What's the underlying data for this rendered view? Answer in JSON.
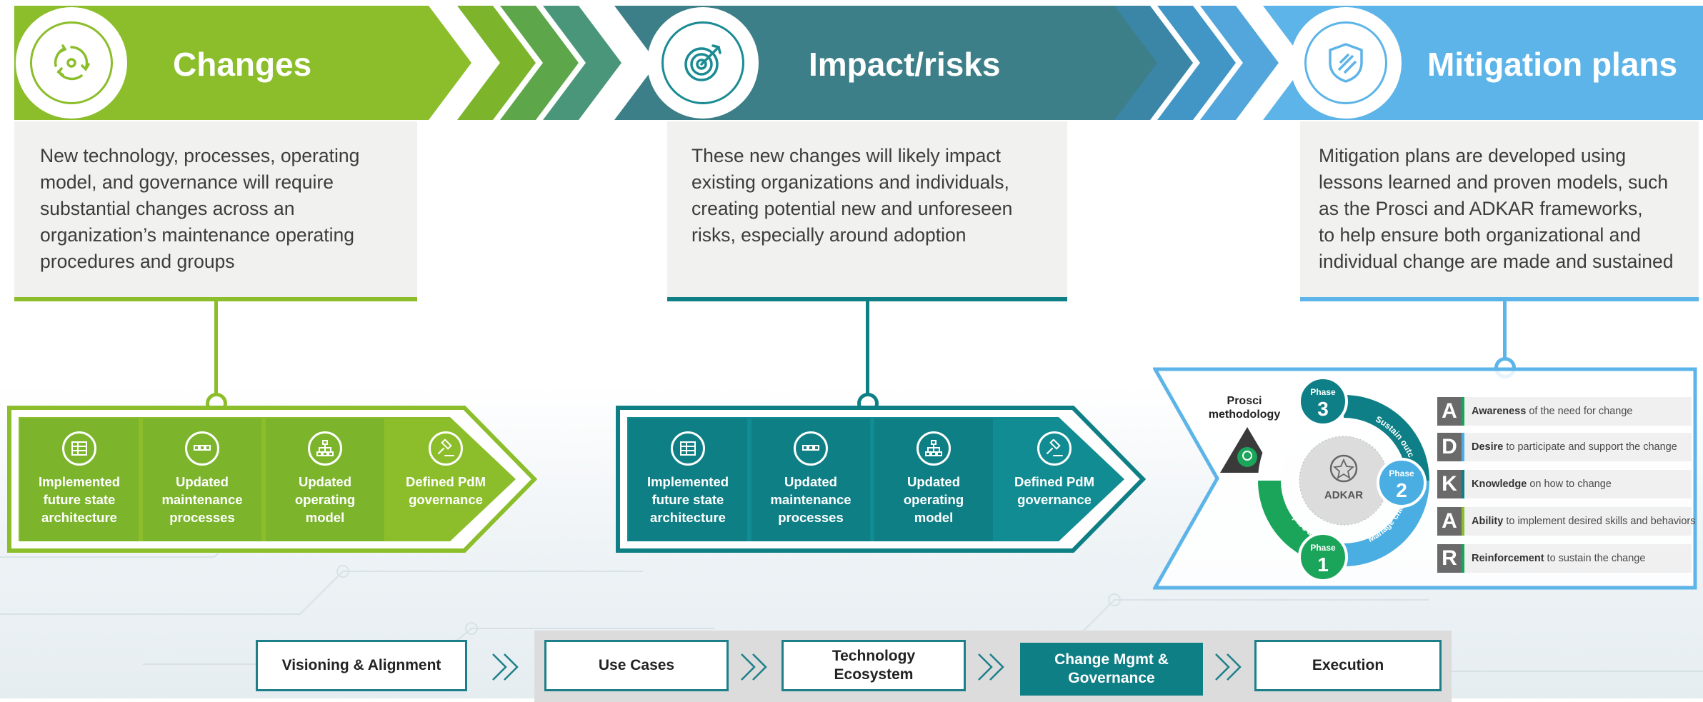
{
  "colors": {
    "green": "#8bbe2a",
    "green_dark": "#5fa02a",
    "teal": "#3d7f88",
    "teal_tile": "#128c93",
    "blue": "#5db4e8",
    "prosci_green": "#1aa55a",
    "prosci_teal": "#0e7f86",
    "prosci_blue": "#4aaee2"
  },
  "headers": [
    {
      "title": "Changes",
      "icon": "cycle-arrows-icon"
    },
    {
      "title": "Impact/risks",
      "icon": "target-icon"
    },
    {
      "title": "Mitigation plans",
      "icon": "shield-icon"
    }
  ],
  "descriptions": [
    [
      "New technology, processes, operating",
      "model, and governance will require",
      "substantial changes across an",
      "organization’s maintenance operating",
      "procedures and groups"
    ],
    [
      "These new changes will likely impact",
      "existing organizations and individuals,",
      "creating potential new and unforeseen",
      "risks, especially around adoption"
    ],
    [
      "Mitigation plans are developed using",
      "lessons learned and proven models, such",
      "as the Prosci and ADKAR frameworks,",
      "to help ensure both organizational and",
      "individual change are made and sustained"
    ]
  ],
  "outcomes": [
    {
      "icon": "architecture-icon",
      "lines": [
        "Implemented",
        "future state",
        "architecture"
      ]
    },
    {
      "icon": "process-flow-icon",
      "lines": [
        "Updated",
        "maintenance",
        "processes"
      ]
    },
    {
      "icon": "org-chart-icon",
      "lines": [
        "Updated",
        "operating",
        "model"
      ]
    },
    {
      "icon": "gavel-icon",
      "lines": [
        "Defined PdM",
        "governance"
      ]
    }
  ],
  "prosci": {
    "title_lines": [
      "Prosci",
      "methodology"
    ],
    "center": "ADKAR",
    "phase_word": "Phase",
    "phases": [
      "1",
      "2",
      "3"
    ],
    "arc_labels": [
      "Prepare approach",
      "Manage change",
      "Sustain outcomes"
    ]
  },
  "adkar": [
    {
      "letter": "A",
      "bold": "Awareness",
      "rest": " of the need for change",
      "color": "#1aa55a"
    },
    {
      "letter": "D",
      "bold": "Desire",
      "rest": " to participate and support the change",
      "color": "#4aaee2"
    },
    {
      "letter": "K",
      "bold": "Knowledge",
      "rest": " on how to change",
      "color": "#0e7f86"
    },
    {
      "letter": "A",
      "bold": "Ability",
      "rest": " to implement desired skills and behaviors",
      "color": "#8bbe2a"
    },
    {
      "letter": "R",
      "bold": "Reinforcement",
      "rest": " to sustain the change",
      "color": "#1aa55a"
    }
  ],
  "process": [
    {
      "lines": [
        "Visioning & Alignment"
      ],
      "active": false
    },
    {
      "lines": [
        "Use Cases"
      ],
      "active": false
    },
    {
      "lines": [
        "Technology",
        "Ecosystem"
      ],
      "active": false
    },
    {
      "lines": [
        "Change Mgmt &",
        "Governance"
      ],
      "active": true
    },
    {
      "lines": [
        "Execution"
      ],
      "active": false
    }
  ]
}
